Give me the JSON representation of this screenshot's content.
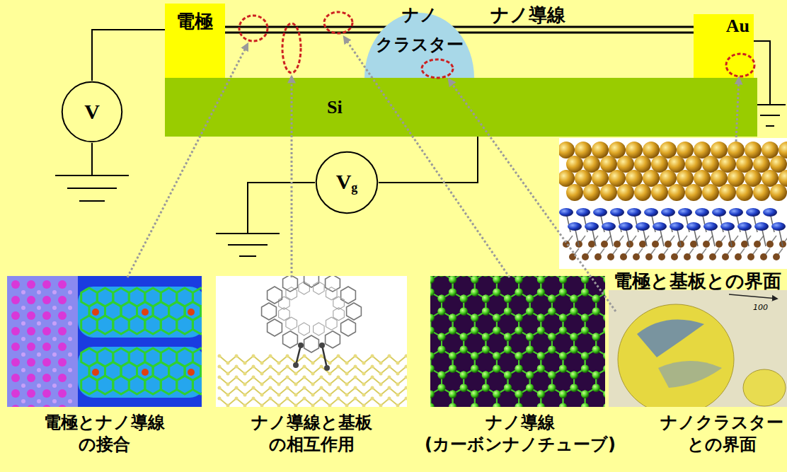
{
  "diagram": {
    "nodes": [
      {
        "text": [
          "電極"
        ]
      },
      {
        "text": [
          "ナノ クラスター"
        ]
      },
      {
        "text": [
          "Au"
        ]
      },
      {
        "text": [
          "Si"
        ]
      },
      {
        "text": [
          "V"
        ]
      },
      {
        "text": [
          "V",
          "g"
        ]
      }
    ],
    "edges": [
      {
        "from": 0,
        "to": 1,
        "arrow": "none"
      },
      {
        "from": 1,
        "to": 2,
        "arrow": "none"
      },
      {
        "from": 4,
        "to": 0,
        "arrow": "none"
      },
      {
        "from": 5,
        "to": 3,
        "arrow": "none"
      }
    ],
    "labels": [
      "ナノ導線",
      "電極と基板との界面",
      "100",
      "電極とナノ導線 の接合",
      "ナノ導線と基板 の相互作用",
      "ナノ導線 (カーボンナノチューブ)",
      "ナノクラスター との界面"
    ]
  }
}
